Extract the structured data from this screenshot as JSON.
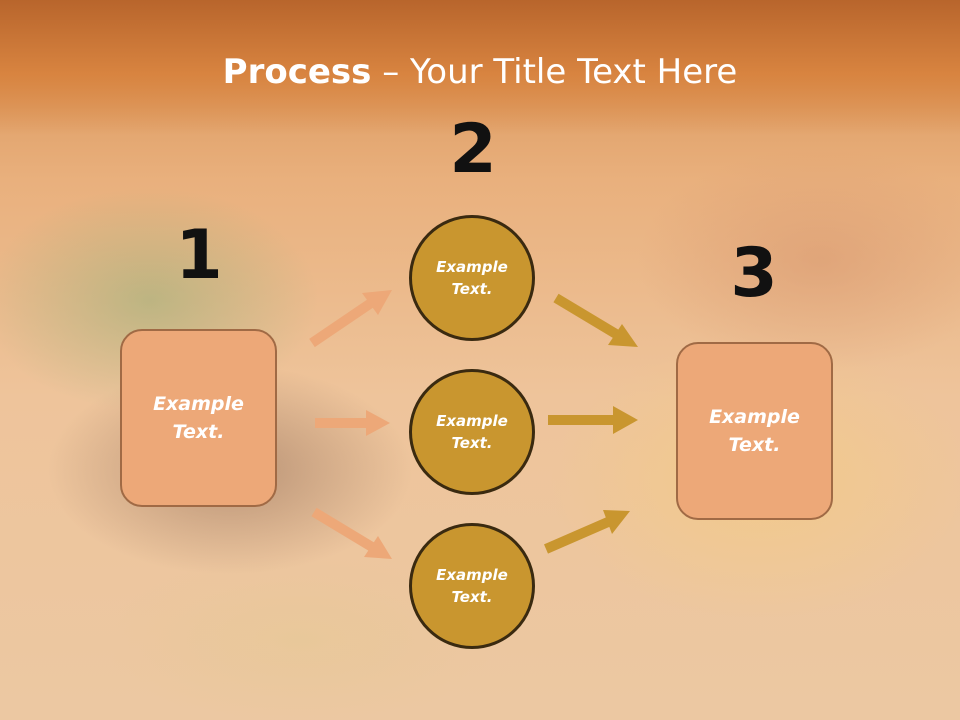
{
  "slide": {
    "title_bold": "Process",
    "title_dash": " – ",
    "title_rest": "Your Title Text Here"
  },
  "steps": {
    "one": {
      "number": "1",
      "box_text": [
        "Example",
        "Text."
      ]
    },
    "two": {
      "number": "2",
      "circles": [
        [
          "Example",
          "Text."
        ],
        [
          "Example",
          "Text."
        ],
        [
          "Example",
          "Text."
        ]
      ]
    },
    "three": {
      "number": "3",
      "box_text": [
        "Example",
        "Text."
      ]
    }
  },
  "colors": {
    "box_fill": "#eda878",
    "circle_fill": "#c9962f",
    "arrow_left": "#eda878",
    "arrow_right": "#c9962f"
  }
}
